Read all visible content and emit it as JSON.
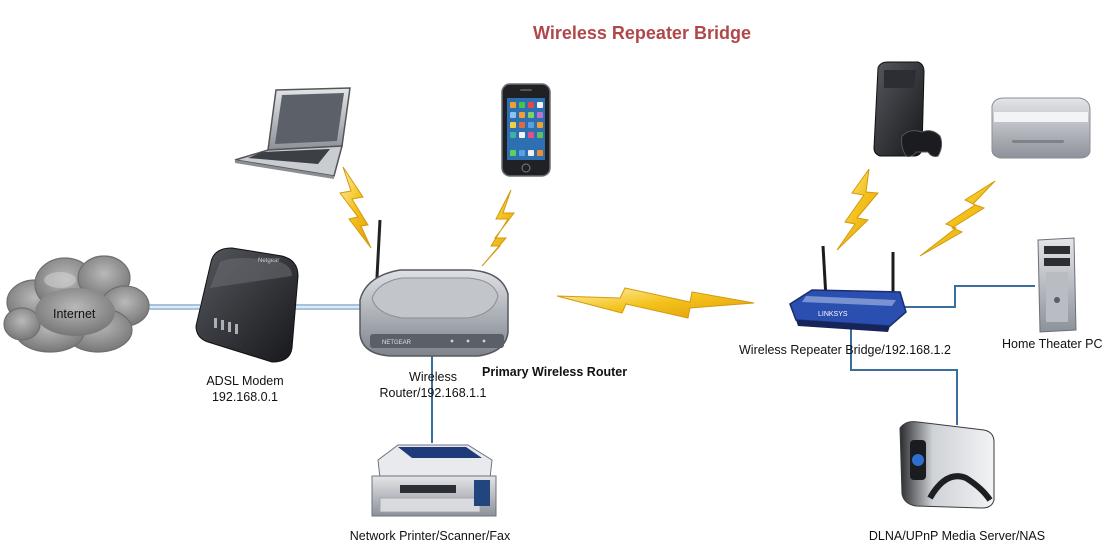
{
  "title": "Wireless Repeater Bridge",
  "colors": {
    "title": "#b0484a",
    "bolt": "#f2c01e",
    "bolt_stroke": "#d49a10",
    "cable": "#b9d1e6",
    "wire": "#3a6e9c",
    "cloud": "#8c8c8c",
    "linksys_blue": "#2a4fb0"
  },
  "labels": {
    "internet": "Internet",
    "modem_line1": "ADSL Modem",
    "modem_line2": "192.168.0.1",
    "router_line1": "Wireless",
    "router_line2": "Router/192.168.1.1",
    "primary": "Primary Wireless Router",
    "printer": "Network Printer/Scanner/Fax",
    "bridge": "Wireless Repeater Bridge/192.168.1.2",
    "htpc": "Home Theater PC",
    "nas": "DLNA/UPnP Media Server/NAS"
  },
  "brands": {
    "modem": "Netgear",
    "router": "NETGEAR",
    "bridge": "LINKSYS"
  },
  "icons": [
    "cloud-icon",
    "modem-icon",
    "router-icon",
    "laptop-icon",
    "smartphone-icon",
    "printer-icon",
    "wireless-bridge-icon",
    "game-console-icon",
    "mini-pc-icon",
    "tower-pc-icon",
    "nas-icon",
    "wireless-signal-icon"
  ]
}
